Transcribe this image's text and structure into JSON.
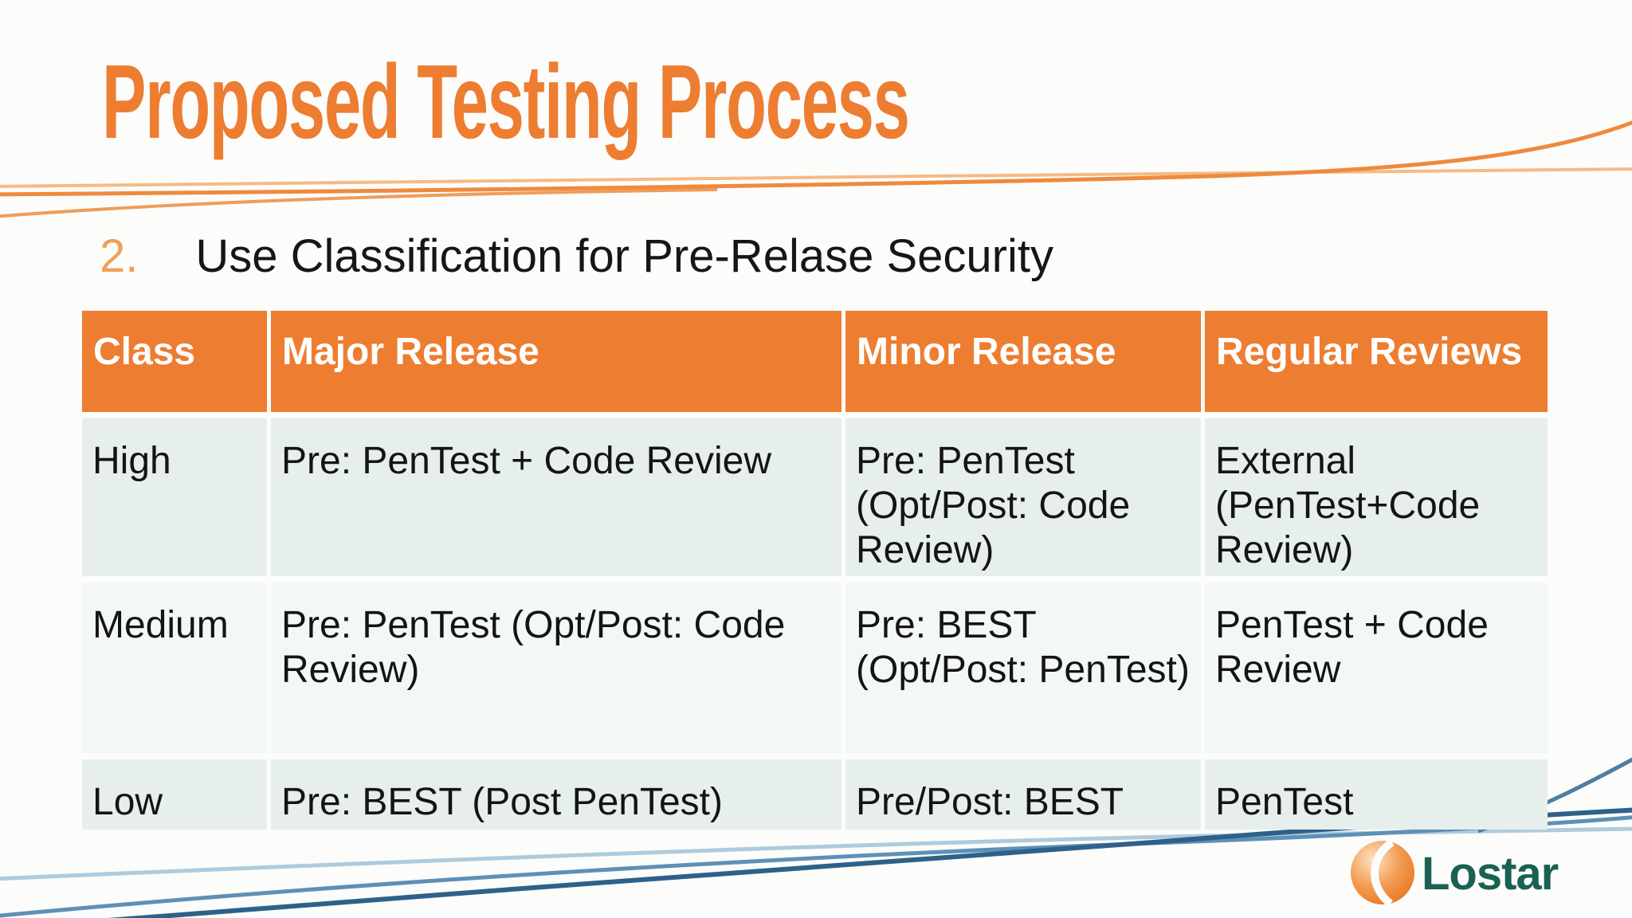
{
  "slide": {
    "title": "Proposed Testing Process",
    "list_number": "2.",
    "list_text": "Use Classification for Pre-Relase Security"
  },
  "table": {
    "headers": [
      "Class",
      "Major Release",
      "Minor Release",
      "Regular Reviews"
    ],
    "rows": [
      [
        "High",
        "Pre: PenTest + Code Review",
        "Pre: PenTest (Opt/Post: Code Review)",
        "External (PenTest+Code Review)"
      ],
      [
        "Medium",
        "Pre: PenTest (Opt/Post: Code Review)",
        "Pre: BEST (Opt/Post: PenTest)",
        "PenTest + Code Review"
      ],
      [
        "Low",
        "Pre: BEST (Post PenTest)",
        "Pre/Post: BEST",
        "PenTest"
      ]
    ]
  },
  "logo": {
    "brand": "Lostar"
  },
  "colors": {
    "accent_orange": "#ED7D31",
    "list_number_orange": "#F0A057",
    "header_text": "#FFFFFF",
    "row_band_dark": "#E7EFED",
    "row_band_light": "#F3F8F6",
    "curve_orange_light": "#F6BA84",
    "curve_orange_mid": "#EE8A3E",
    "curve_blue_light": "#AECBDD",
    "curve_blue_mid": "#5E90B6",
    "curve_blue_dark": "#2E618A",
    "logo_text_teal": "#1A6153"
  }
}
